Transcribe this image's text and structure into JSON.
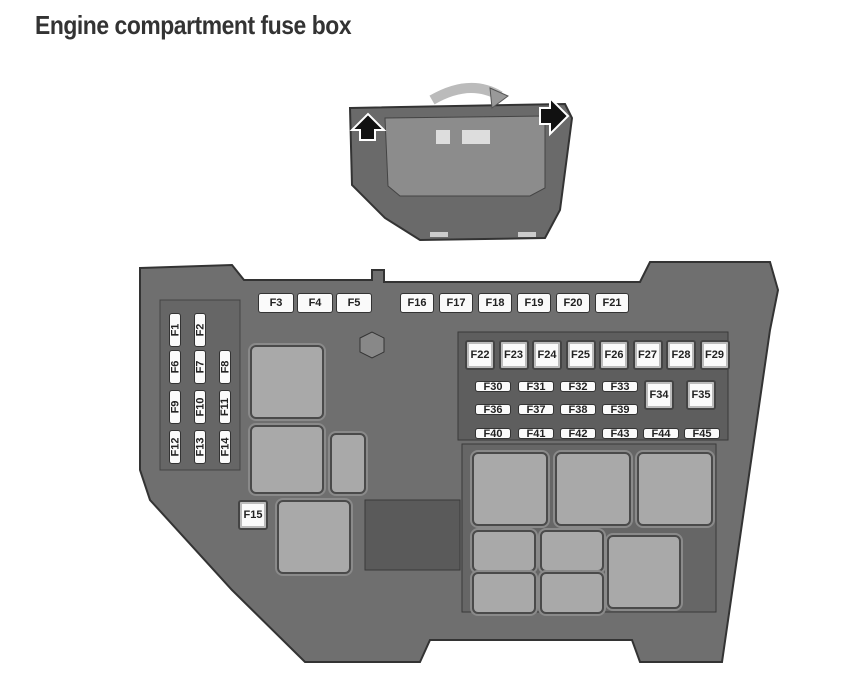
{
  "title": "Engine compartment fuse box",
  "colors": {
    "body": "#6f6f6f",
    "relay": "#a9a9a9",
    "fuse": "#fafafa"
  },
  "cover": {
    "icons": [
      "car-lift-icon",
      "manual-book-icon"
    ]
  },
  "fuses": {
    "top_left": [
      "F3",
      "F4",
      "F5"
    ],
    "top_right": [
      "F16",
      "F17",
      "F18",
      "F19",
      "F20",
      "F21"
    ],
    "vertical": [
      [
        "F1",
        "F2"
      ],
      [
        "F6",
        "F7",
        "F8"
      ],
      [
        "F9",
        "F10",
        "F11"
      ],
      [
        "F12",
        "F13",
        "F14"
      ]
    ],
    "single": "F15",
    "big_row": [
      "F22",
      "F23",
      "F24",
      "F25",
      "F26",
      "F27",
      "F28",
      "F29"
    ],
    "mini_rows": [
      [
        "F30",
        "F31",
        "F32",
        "F33"
      ],
      [
        "F36",
        "F37",
        "F38",
        "F39"
      ],
      [
        "F40",
        "F41",
        "F42",
        "F43",
        "F44",
        "F45"
      ]
    ],
    "square": [
      "F34",
      "F35"
    ]
  }
}
